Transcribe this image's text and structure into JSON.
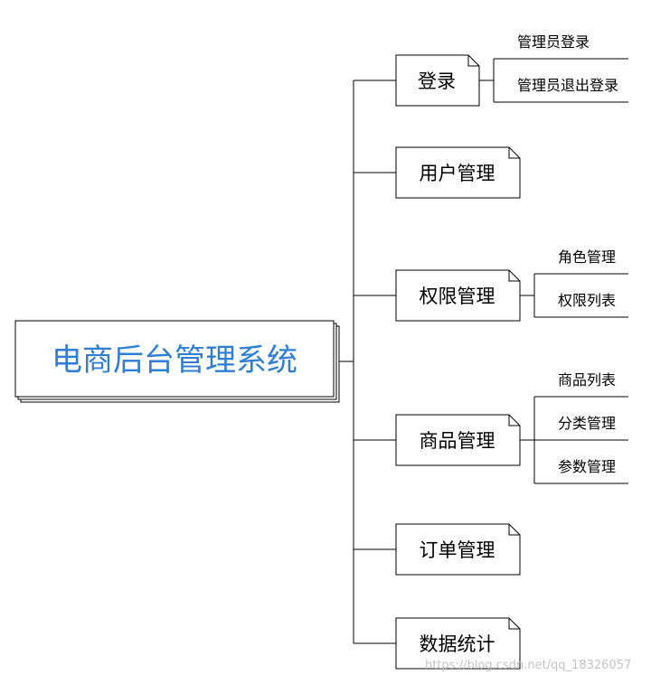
{
  "root": {
    "label": "电商后台管理系统",
    "color": "#2f7ed6"
  },
  "branches": [
    {
      "label": "登录",
      "children": [
        "管理员登录",
        "管理员退出登录"
      ]
    },
    {
      "label": "用户管理",
      "children": []
    },
    {
      "label": "权限管理",
      "children": [
        "角色管理",
        "权限列表"
      ]
    },
    {
      "label": "商品管理",
      "children": [
        "商品列表",
        "分类管理",
        "参数管理"
      ]
    },
    {
      "label": "订单管理",
      "children": []
    },
    {
      "label": "数据统计",
      "children": []
    }
  ],
  "watermark": "https://blog.csdn.net/qq_18326057",
  "colors": {
    "line": "#000000",
    "root_text": "#2f7ed6",
    "text": "#000000",
    "watermark": "#c4c4c4"
  }
}
